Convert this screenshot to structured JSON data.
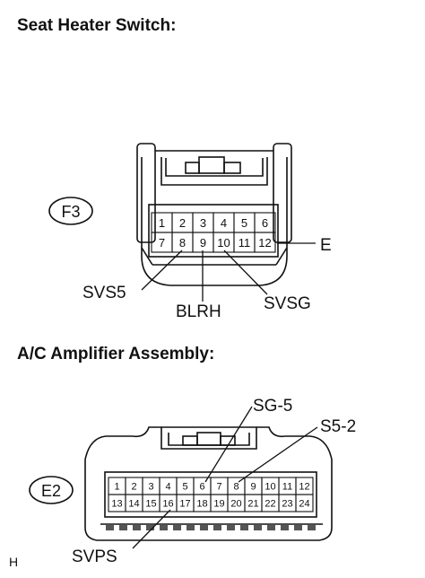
{
  "diagram": {
    "sections": [
      {
        "heading": "Seat Heater Switch:",
        "connector_code": "F3",
        "pin_rows": [
          [
            "1",
            "2",
            "3",
            "4",
            "5",
            "6"
          ],
          [
            "7",
            "8",
            "9",
            "10",
            "11",
            "12"
          ]
        ],
        "terminals": [
          {
            "name": "E",
            "pin": "12"
          },
          {
            "name": "SVS5",
            "pin": "8"
          },
          {
            "name": "BLRH",
            "pin": "9"
          },
          {
            "name": "SVSG",
            "pin": "10"
          }
        ]
      },
      {
        "heading": "A/C Amplifier Assembly:",
        "connector_code": "E2",
        "pin_rows": [
          [
            "1",
            "2",
            "3",
            "4",
            "5",
            "6",
            "7",
            "8",
            "9",
            "10",
            "11",
            "12"
          ],
          [
            "13",
            "14",
            "15",
            "16",
            "17",
            "18",
            "19",
            "20",
            "21",
            "22",
            "23",
            "24"
          ]
        ],
        "terminals": [
          {
            "name": "SG-5",
            "pin": "6"
          },
          {
            "name": "S5-2",
            "pin": "8"
          },
          {
            "name": "SVPS",
            "pin": "16"
          }
        ]
      }
    ],
    "footer_code": "H"
  }
}
